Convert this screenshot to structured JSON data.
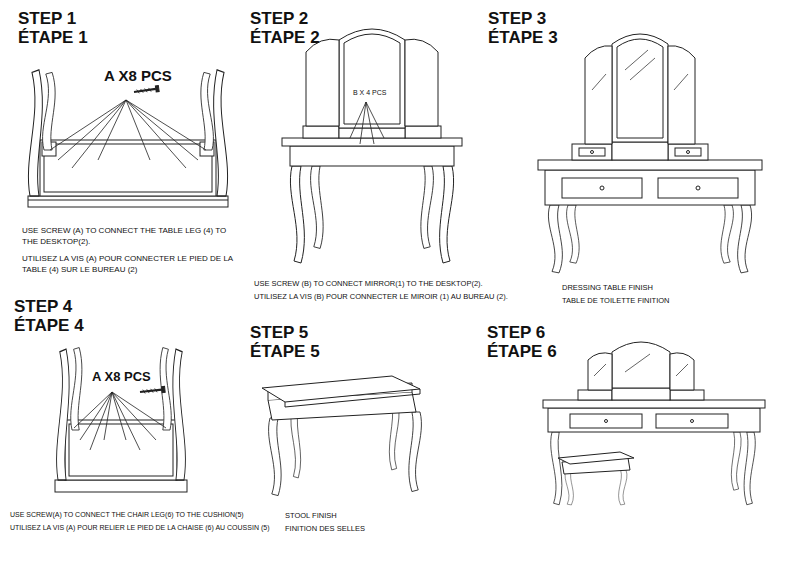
{
  "diagram": {
    "labels": [
      "STEP 1",
      "ÉTAPE 1",
      "A X8 PCS",
      "USE SCREW (A) TO CONNECT THE TABLE LEG (4) TO THE DESKTOP(2).",
      "UTILISEZ LA VIS (A) POUR CONNECTER LE PIED DE LA TABLE (4) SUR LE BUREAU (2)",
      "STEP 2",
      "ÉTAPE 2",
      "B X 4 PCS",
      "USE SCREW (B) TO CONNECT MIRROR(1) TO THE DESKTOP(2).",
      "UTILISEZ LA VIS (B) POUR CONNECTER LE MIROIR (1) AU BUREAU (2).",
      "STEP 3",
      "ÉTAPE 3",
      "DRESSING TABLE FINISH",
      "TABLE DE TOILETTE FINITION",
      "STEP 4",
      "ÉTAPE 4",
      "A X8 PCS",
      "USE SCREW(A) TO CONNECT THE CHAIR LEG(6) TO THE CUSHION(5)",
      "UTILISEZ LA VIS (A) POUR RELIER LE PIED DE LA CHAISE (6) AU COUSSIN (5)",
      "STEP 5",
      "ÉTAPE 5",
      "STOOL FINISH",
      "FINITION DES SELLES",
      "STEP 6",
      "ÉTAPE 6"
    ]
  }
}
